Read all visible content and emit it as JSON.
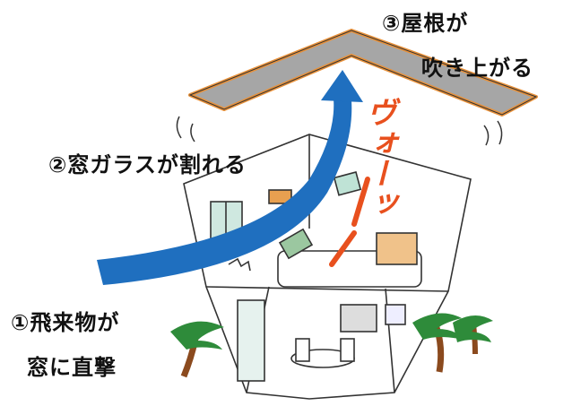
{
  "labels": {
    "roof_line1": "③屋根が",
    "roof_line2": "吹き上がる",
    "glass": "②窓ガラスが割れる",
    "debris_line1": "①飛来物が",
    "debris_line2": "窓に直撃"
  },
  "sound_effect": "ヴォーッ",
  "colors": {
    "arrow": "#1f6fbf",
    "roof": "#a6a6a6",
    "roof_edge": "#e8913a",
    "sound": "#e8501e",
    "tree": "#2e8b3a",
    "trunk": "#8b4a1e"
  }
}
